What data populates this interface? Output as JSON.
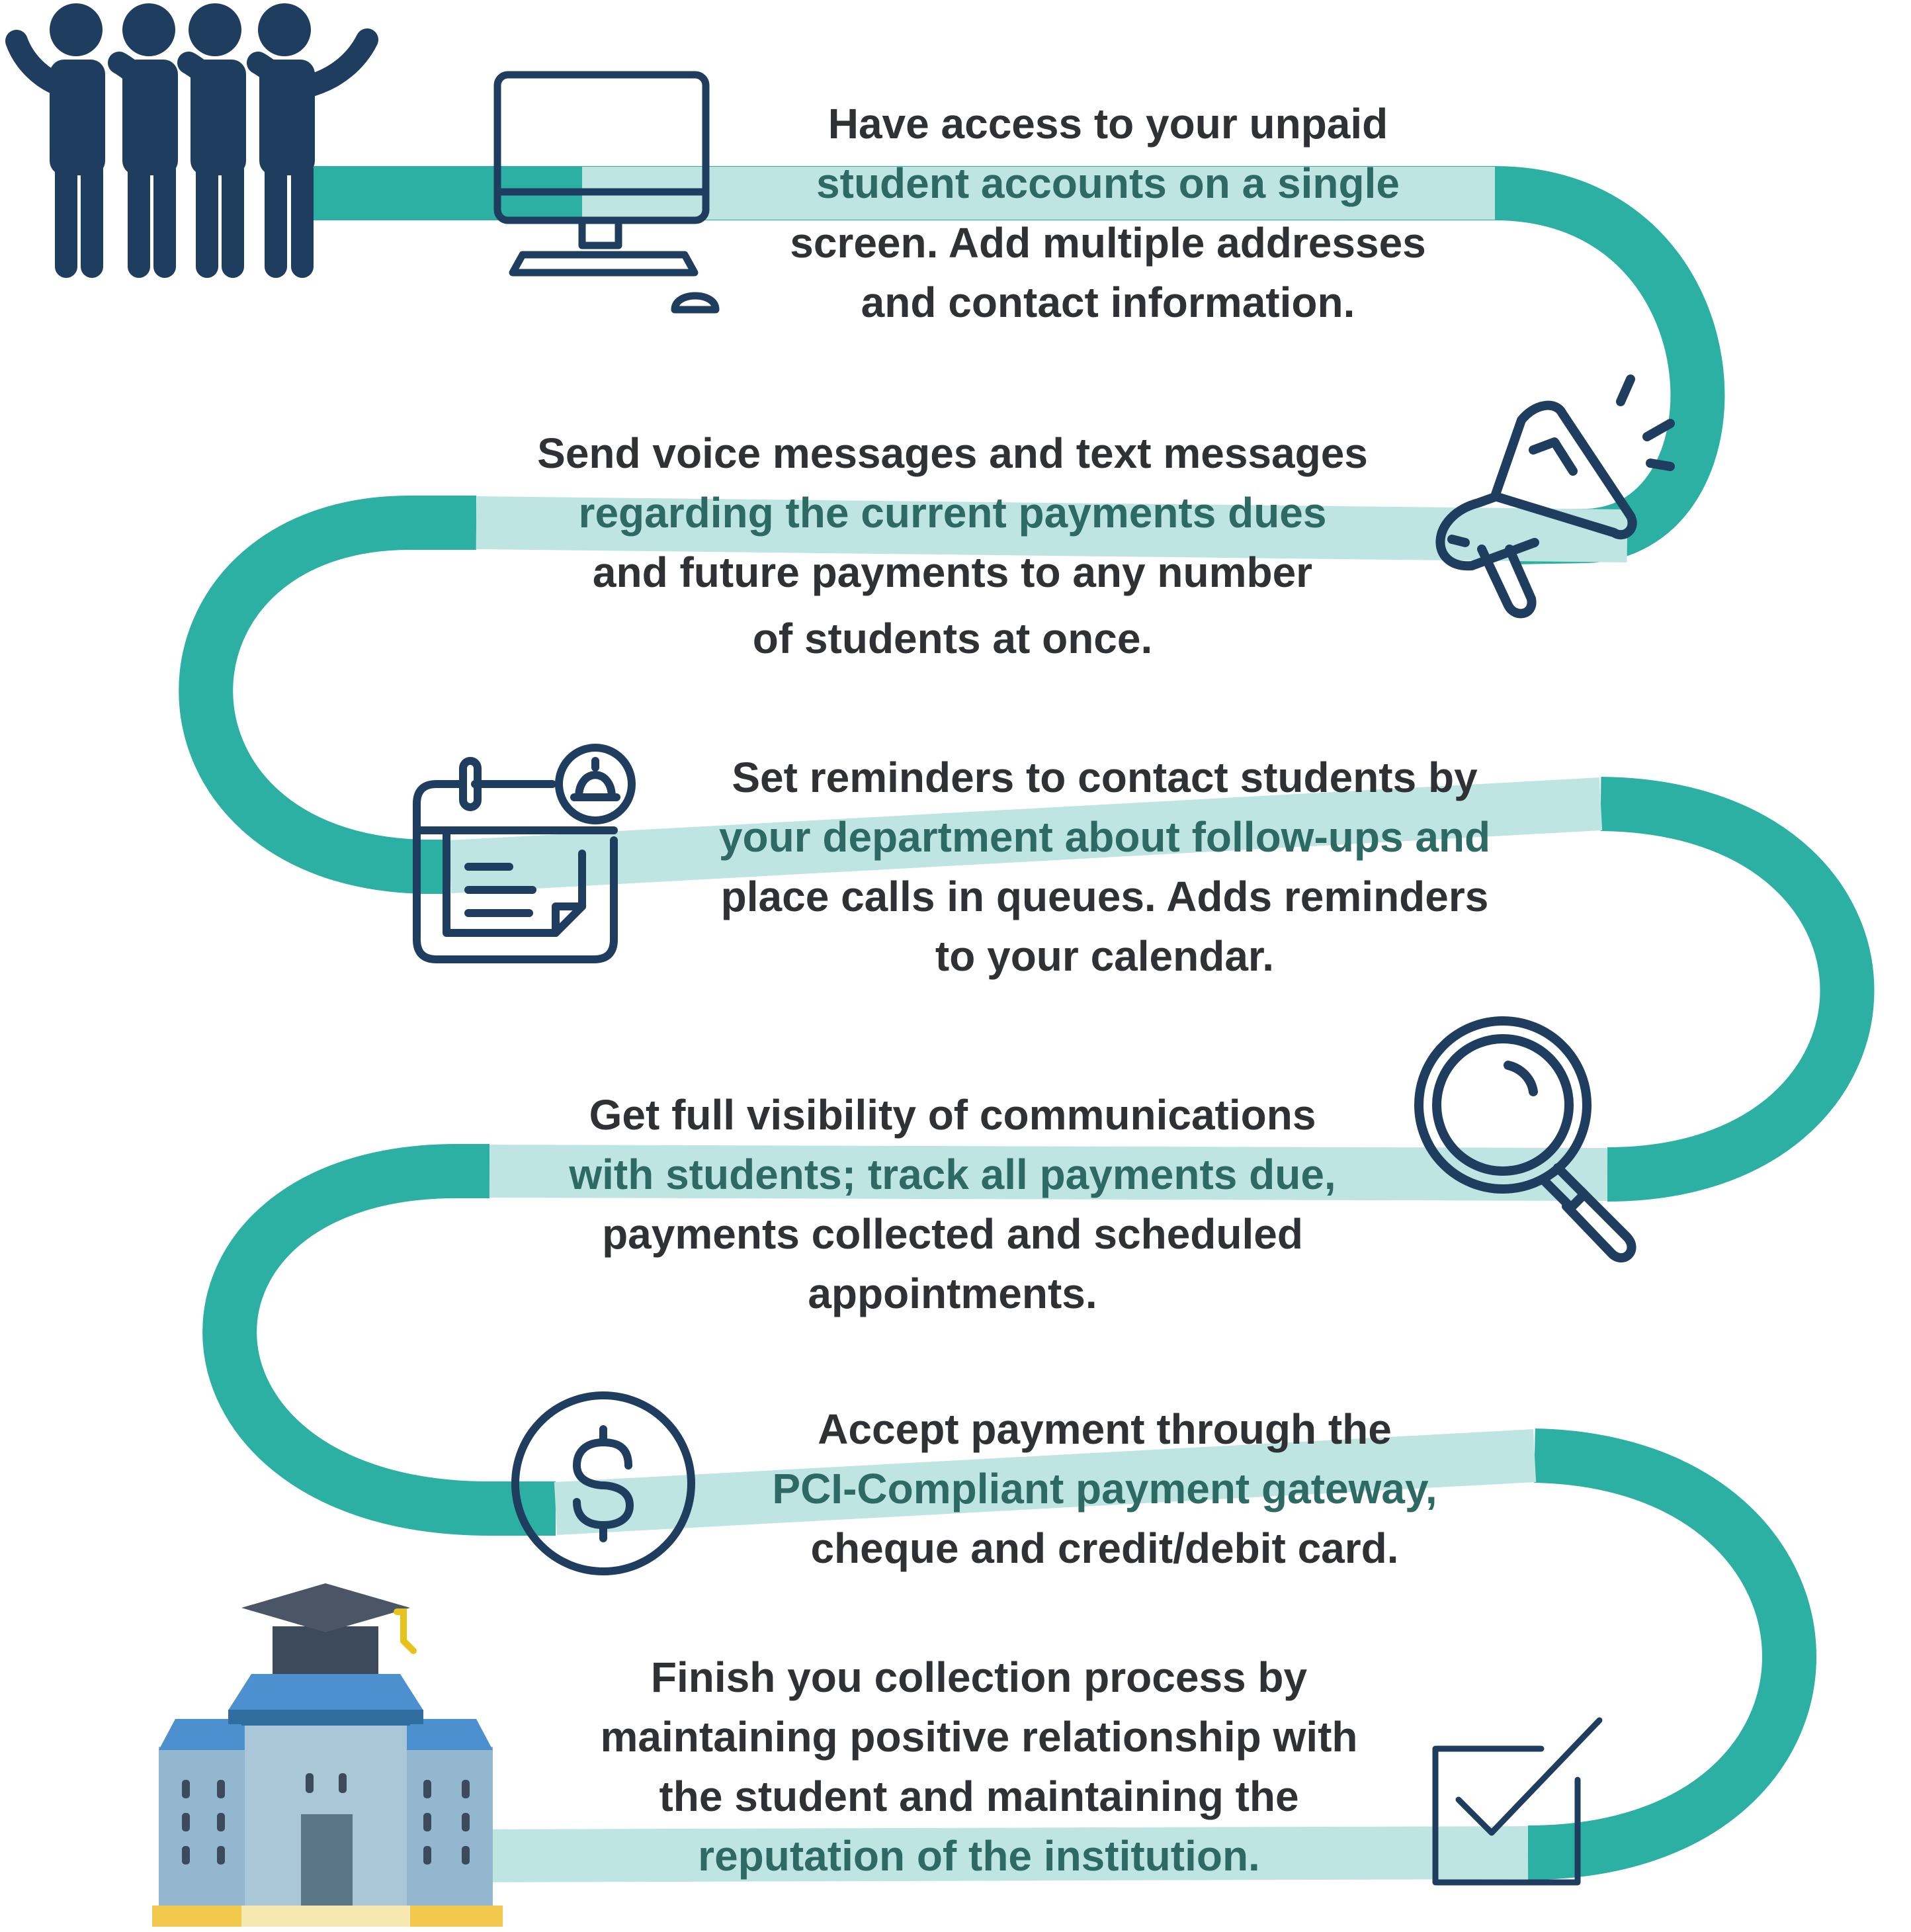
{
  "colors": {
    "path": "#2bb0a3",
    "path_light": "#bfe5e3",
    "icon": "#1f3d5e",
    "text": "#2f3135",
    "text_highlight": "#2e6a64"
  },
  "icons": {
    "people": "group-of-people-icon",
    "computer": "desktop-computer-icon",
    "megaphone": "megaphone-icon",
    "calendar": "calendar-reminder-icon",
    "search": "magnifying-glass-icon",
    "payment": "dollar-coin-icon",
    "checkbox": "checkbox-check-icon",
    "building": "university-building-icon"
  },
  "steps": [
    {
      "id": "access",
      "lines": [
        "Have access to your unpaid",
        "student accounts on a single",
        "screen. Add multiple addresses",
        "and contact information."
      ]
    },
    {
      "id": "messages",
      "lines": [
        "Send voice messages and text messages",
        "regarding the current payments dues",
        "and future payments to any number",
        "of students at once."
      ]
    },
    {
      "id": "reminders",
      "lines": [
        "Set reminders to contact students by",
        "your department about follow-ups and",
        "place calls in queues. Adds reminders",
        "to your calendar."
      ]
    },
    {
      "id": "visibility",
      "lines": [
        "Get full visibility of communications",
        "with students; track all payments due,",
        "payments collected and scheduled",
        "appointments."
      ]
    },
    {
      "id": "payment",
      "lines": [
        "Accept payment through the",
        "PCI-Compliant payment gateway,",
        "cheque and credit/debit card."
      ]
    },
    {
      "id": "finish",
      "lines": [
        "Finish you collection process by",
        "maintaining positive relationship with",
        "the student and maintaining the",
        "reputation of the institution."
      ]
    }
  ]
}
